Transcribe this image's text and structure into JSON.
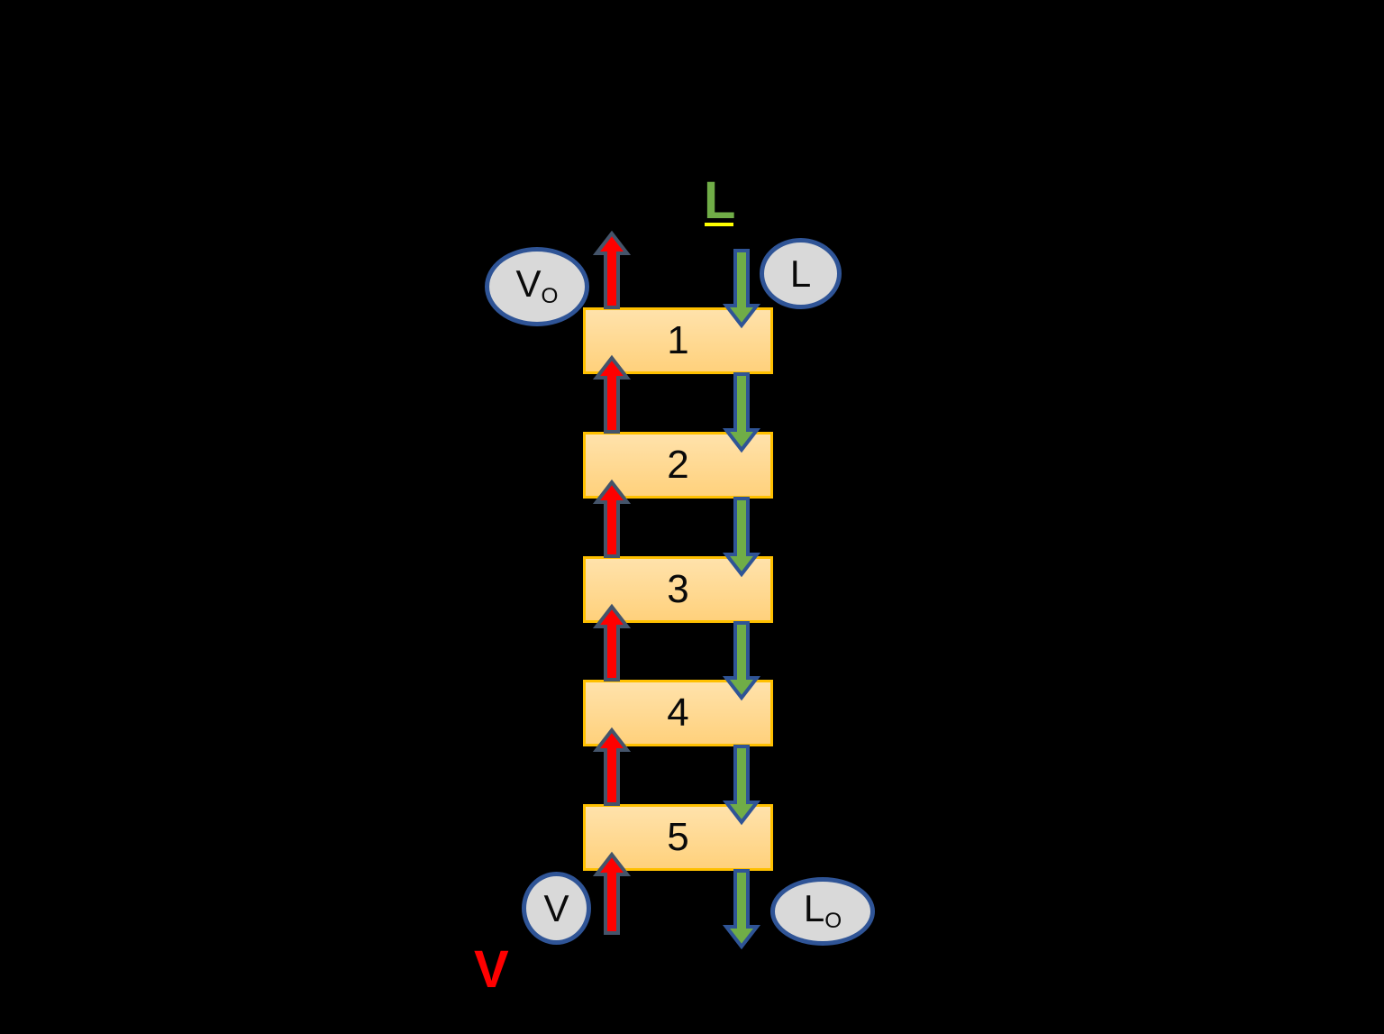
{
  "diagram": {
    "description": "Five-stage countercurrent cascade with upward vapor stream V and downward liquid stream L",
    "stages": [
      "1",
      "2",
      "3",
      "4",
      "5"
    ],
    "feed_labels": {
      "liquid": "L",
      "vapor": "V"
    },
    "nodes": {
      "vapor_out": {
        "label": "V",
        "sub": "O"
      },
      "liquid_in": {
        "label": "L"
      },
      "vapor_in": {
        "label": "V"
      },
      "liquid_out": {
        "label": "L",
        "sub": "O"
      }
    },
    "icons": {
      "vapor_stream": "up-arrow-icon",
      "liquid_stream": "down-arrow-icon"
    },
    "colors": {
      "background": "#000000",
      "vapor_arrow_fill": "#FF0000",
      "vapor_arrow_outline": "#44546A",
      "liquid_arrow_fill": "#70AD47",
      "liquid_arrow_outline": "#2F5496",
      "stage_fill_top": "#FFE2AB",
      "stage_fill_bottom": "#FFD17C",
      "stage_border": "#FFC000",
      "node_fill": "#D9D9D9",
      "node_border": "#2F5496",
      "liquid_label_color": "#70AD47",
      "vapor_label_color": "#FF0000",
      "underline_color": "#FFFF00"
    }
  }
}
